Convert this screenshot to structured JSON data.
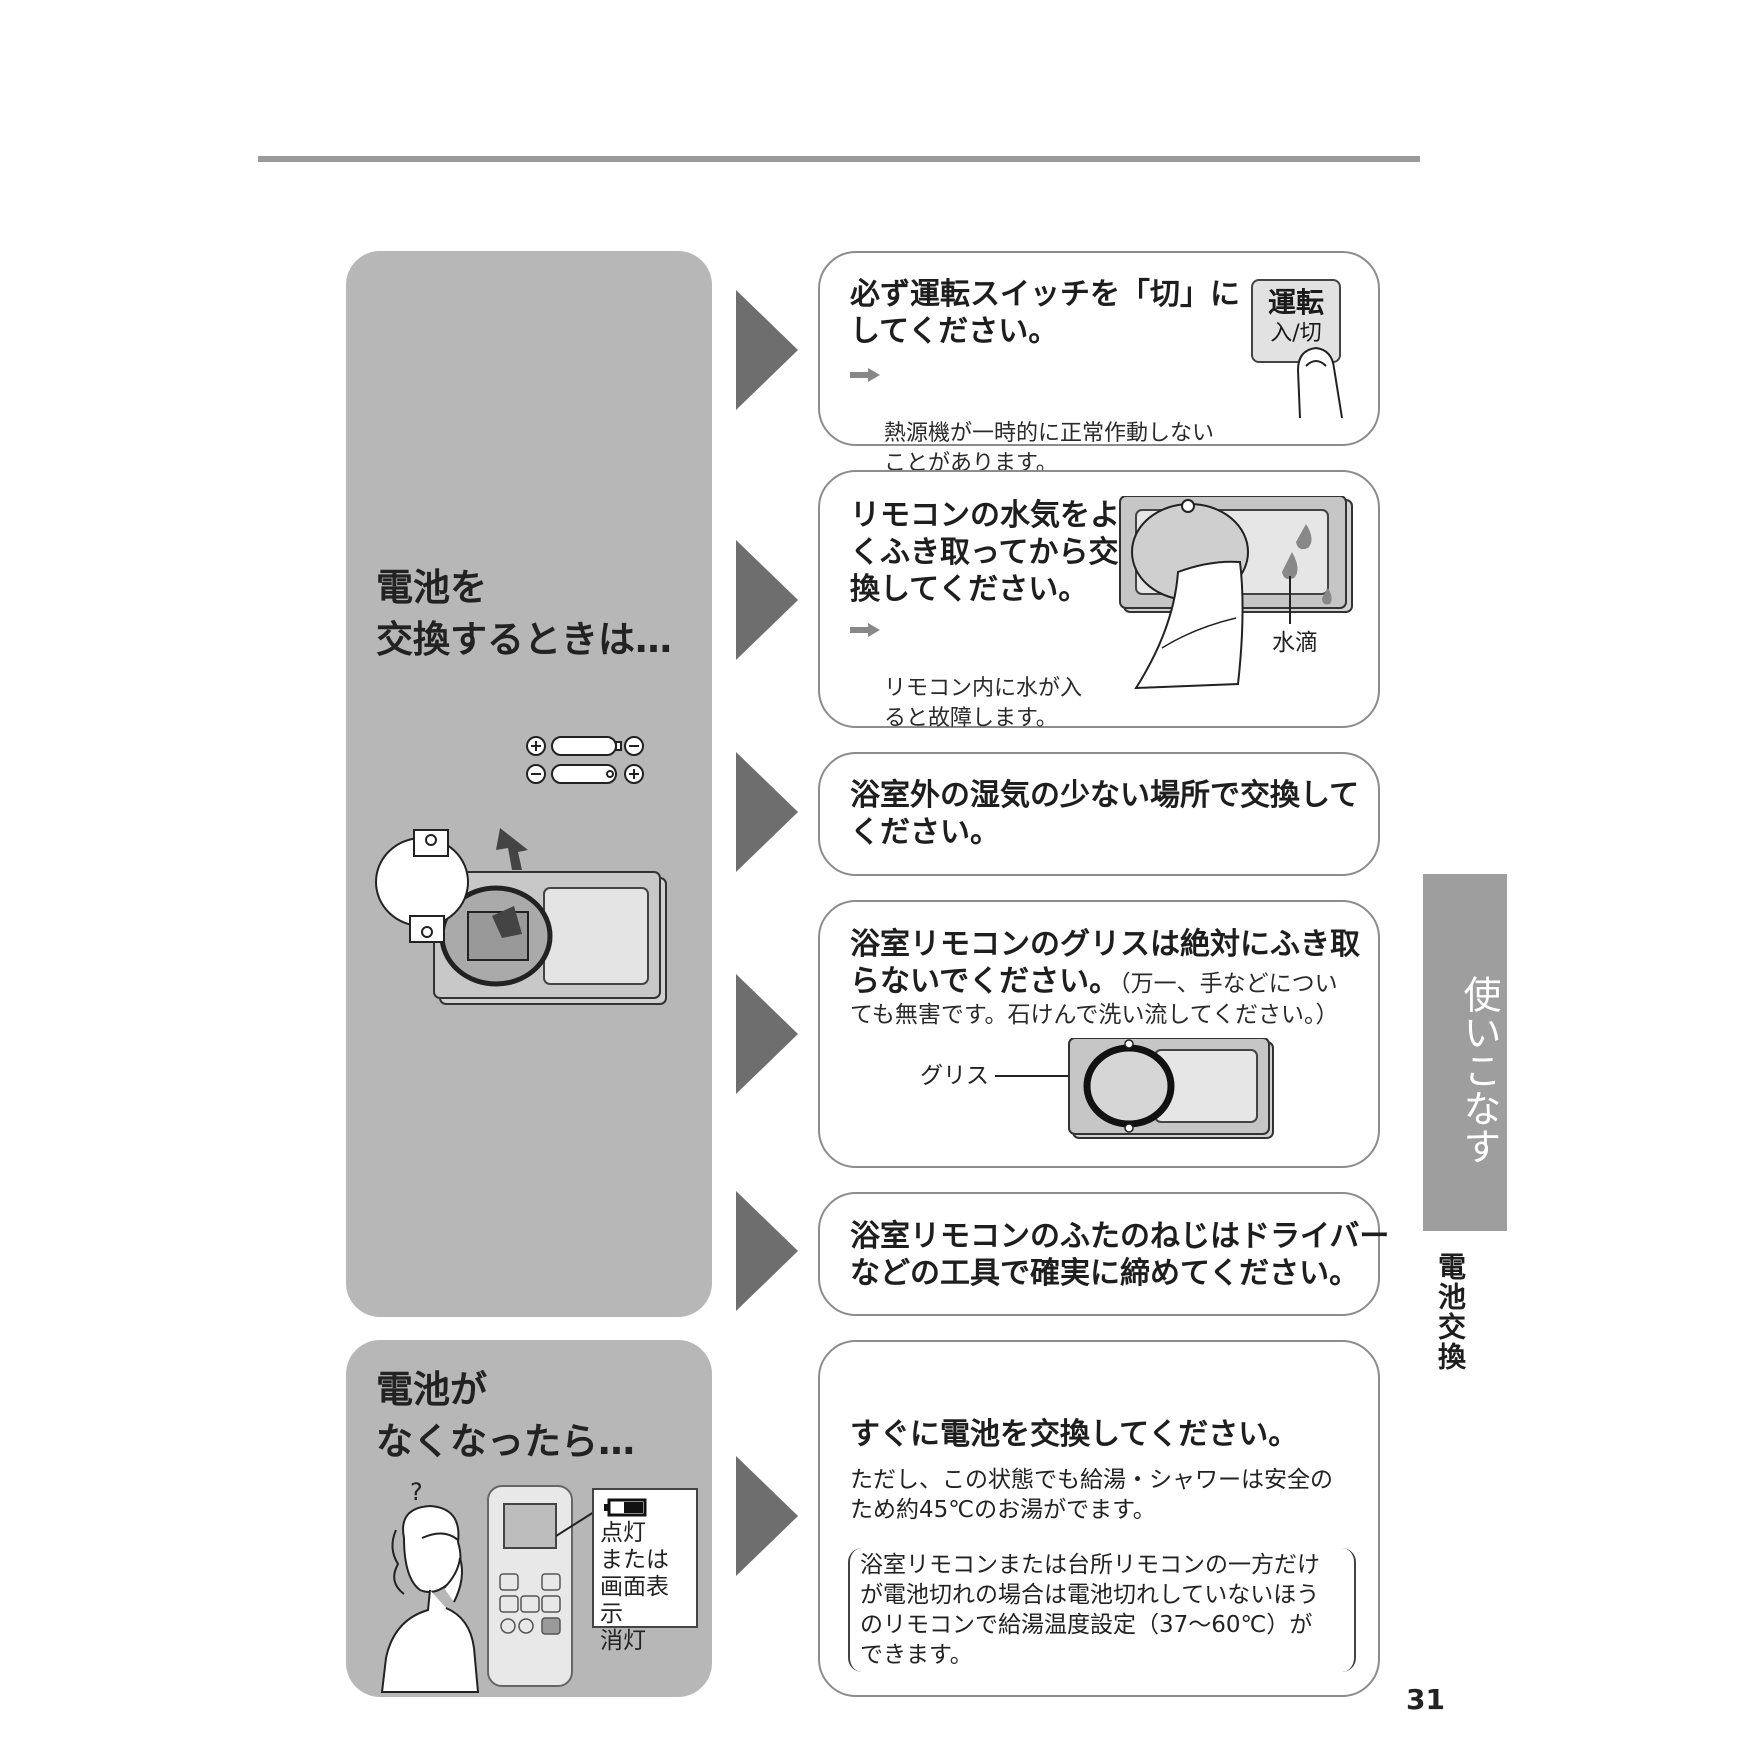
{
  "panels": {
    "replace_title": "電池を\n交換するときは…",
    "empty_title": "電池が\nなくなったら…"
  },
  "battery_signs": {
    "plus": "+",
    "minus": "−"
  },
  "cards": {
    "switch_off": {
      "heading": "必ず運転スイッチを「切」に\nしてください。",
      "note": "熱源機が一時的に正常作動しない\nことがあります。",
      "button_top": "運転",
      "button_bottom": "入/切"
    },
    "wipe": {
      "heading": "リモコンの水気をよ\nくふき取ってから交\n換してください。",
      "note": "リモコン内に水が入\nると故障します。",
      "label_water": "水滴"
    },
    "outside": {
      "heading": "浴室外の湿気の少ない場所で交換して\nください。"
    },
    "grease": {
      "heading_line1": "浴室リモコンのグリスは絶対にふき取",
      "heading_line2_bold": "らないでください。",
      "heading_line2_rest": "（万一、手などについ",
      "heading_line3": "ても無害です。石けんで洗い流してください。）",
      "label_grease": "グリス"
    },
    "screws": {
      "heading": "浴室リモコンのふたのねじはドライバー\nなどの工具で確実に締めてください。"
    },
    "replace_now": {
      "heading": "すぐに電池を交換してください。",
      "body": "ただし、この状態でも給湯・シャワーは安全の\nため約45℃のお湯がでます。",
      "boxed": "浴室リモコンまたは台所リモコンの一方だけ\nが電池切れの場合は電池切れしていないほう\nのリモコンで給湯温度設定（37～60℃）が\nできます。"
    }
  },
  "indicator": {
    "text": "点灯\nまたは\n画面表示\n消灯"
  },
  "sidebar": {
    "tab_label": "使いこなす",
    "section_label": "電池交換"
  },
  "page_number": "31",
  "colors": {
    "panel": "#b7b7b7",
    "arrow": "#6e6e6e",
    "tab": "#9e9e9e",
    "rule": "#9a9a9a"
  }
}
